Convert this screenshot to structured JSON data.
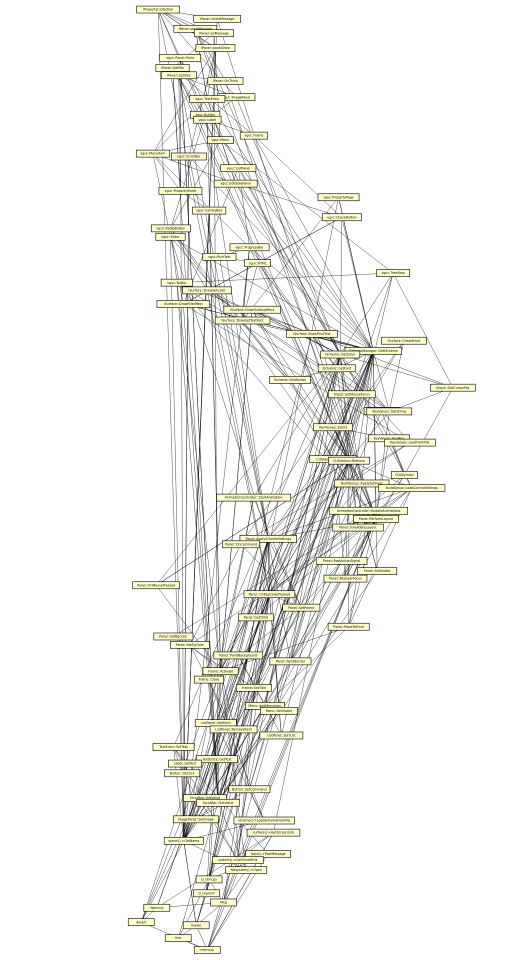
{
  "diagram": {
    "type": "dependency-graph",
    "node_fill": "#ffffcc",
    "node_stroke": "#000000",
    "edge_color": "#000000",
    "nodes": [
      {
        "id": "n1",
        "label": "IPropertyCollection"
      },
      {
        "id": "n2",
        "label": "IPanel::clientMessage"
      },
      {
        "id": "n3",
        "label": "IPanel::sendMessage"
      },
      {
        "id": "n4",
        "label": "IPanel::onMessage"
      },
      {
        "id": "n5",
        "label": "IPanel::panelDraw"
      },
      {
        "id": "n6",
        "label": "vgui::Panel::Paint"
      },
      {
        "id": "n7",
        "label": "IPanel::GetPos"
      },
      {
        "id": "n8",
        "label": "IPanel::SetSize"
      },
      {
        "id": "n9",
        "label": "IPanel::OnThink"
      },
      {
        "id": "n10",
        "label": "vgui::ImagePanel"
      },
      {
        "id": "n11",
        "label": "vgui::TextEntry"
      },
      {
        "id": "n12",
        "label": "vgui::Button"
      },
      {
        "id": "n13",
        "label": "vgui::Label"
      },
      {
        "id": "n14",
        "label": "vgui::Frame"
      },
      {
        "id": "n15",
        "label": "vgui::Menu"
      },
      {
        "id": "n16",
        "label": "vgui::MenuItem"
      },
      {
        "id": "n17",
        "label": "vgui::ScrollBar"
      },
      {
        "id": "n18",
        "label": "vgui::ListPanel"
      },
      {
        "id": "n19",
        "label": "vgui::EditablePanel"
      },
      {
        "id": "n20",
        "label": "vgui::PropertySheet"
      },
      {
        "id": "n21",
        "label": "vgui::PropertyPage"
      },
      {
        "id": "n22",
        "label": "vgui::ComboBox"
      },
      {
        "id": "n23",
        "label": "vgui::CheckButton"
      },
      {
        "id": "n24",
        "label": "vgui::RadioButton"
      },
      {
        "id": "n25",
        "label": "vgui::Slider"
      },
      {
        "id": "n26",
        "label": "vgui::ProgressBar"
      },
      {
        "id": "n27",
        "label": "vgui::RichText"
      },
      {
        "id": "n28",
        "label": "vgui::HTML"
      },
      {
        "id": "n29",
        "label": "vgui::TreeView"
      },
      {
        "id": "n30",
        "label": "vgui::Tooltip"
      },
      {
        "id": "n31",
        "label": "ISurface::DrawSetColor"
      },
      {
        "id": "n32",
        "label": "ISurface::DrawFilledRect"
      },
      {
        "id": "n33",
        "label": "ISurface::DrawOutlinedRect"
      },
      {
        "id": "n34",
        "label": "ISurface::DrawSetTextFont"
      },
      {
        "id": "n35",
        "label": "ISurface::DrawPrintText"
      },
      {
        "id": "n36",
        "label": "ISurface::CreateFont"
      },
      {
        "id": "n37",
        "label": "ISchemeManager::GetIScheme"
      },
      {
        "id": "n38",
        "label": "IScheme::GetColor"
      },
      {
        "id": "n39",
        "label": "IScheme::GetFont"
      },
      {
        "id": "n40",
        "label": "IScheme::GetBorder"
      },
      {
        "id": "n41",
        "label": "IInput::GetCursorPos"
      },
      {
        "id": "n42",
        "label": "IInput::SetMouseFocus"
      },
      {
        "id": "n43",
        "label": "ILocalize::Find"
      },
      {
        "id": "n44",
        "label": "KeyValues::GetString"
      },
      {
        "id": "n45",
        "label": "KeyValues::SetInt"
      },
      {
        "id": "n46",
        "label": "KeyValues::FindKey"
      },
      {
        "id": "n47",
        "label": "KeyValues::LoadFromFile"
      },
      {
        "id": "n48",
        "label": "CUtlVector::AddToTail"
      },
      {
        "id": "n49",
        "label": "CUtlVector::Remove"
      },
      {
        "id": "n50",
        "label": "CUtlSymbol"
      },
      {
        "id": "n51",
        "label": "BuildGroup::ApplySettings"
      },
      {
        "id": "n52",
        "label": "BuildGroup::LoadControlSettings"
      },
      {
        "id": "n53",
        "label": "AnimationController::StartAnimation"
      },
      {
        "id": "n54",
        "label": "AnimationController::UpdateAnimations"
      },
      {
        "id": "n55",
        "label": "Panel::PerformLayout"
      },
      {
        "id": "n56",
        "label": "Panel::InvalidateLayout"
      },
      {
        "id": "n57",
        "label": "Panel::ApplySchemeSettings"
      },
      {
        "id": "n58",
        "label": "Panel::OnCommand"
      },
      {
        "id": "n59",
        "label": "Panel::PostActionSignal"
      },
      {
        "id": "n60",
        "label": "Panel::SetVisible"
      },
      {
        "id": "n61",
        "label": "Panel::RequestFocus"
      },
      {
        "id": "n62",
        "label": "Panel::OnMousePressed"
      },
      {
        "id": "n63",
        "label": "Panel::OnKeyCodePressed"
      },
      {
        "id": "n64",
        "label": "Panel::SetParent"
      },
      {
        "id": "n65",
        "label": "Panel::GetChild"
      },
      {
        "id": "n66",
        "label": "Panel::MoveToFront"
      },
      {
        "id": "n67",
        "label": "Panel::SetBgColor"
      },
      {
        "id": "n68",
        "label": "Panel::SetFgColor"
      },
      {
        "id": "n69",
        "label": "Panel::PaintBackground"
      },
      {
        "id": "n70",
        "label": "Panel::PaintBorder"
      },
      {
        "id": "n71",
        "label": "Frame::Activate"
      },
      {
        "id": "n72",
        "label": "Frame::Close"
      },
      {
        "id": "n73",
        "label": "Frame::SetTitle"
      },
      {
        "id": "n74",
        "label": "Menu::AddMenuItem"
      },
      {
        "id": "n75",
        "label": "Menu::SetVisible"
      },
      {
        "id": "n76",
        "label": "ListPanel::AddItem"
      },
      {
        "id": "n77",
        "label": "ListPanel::RemoveItem"
      },
      {
        "id": "n78",
        "label": "ListPanel::SortList"
      },
      {
        "id": "n79",
        "label": "TextEntry::SetText"
      },
      {
        "id": "n80",
        "label": "TextEntry::GetText"
      },
      {
        "id": "n81",
        "label": "Label::SetText"
      },
      {
        "id": "n82",
        "label": "Button::DoClick"
      },
      {
        "id": "n83",
        "label": "Button::SetCommand"
      },
      {
        "id": "n84",
        "label": "ScrollBar::SetValue"
      },
      {
        "id": "n85",
        "label": "ScrollBar::GetValue"
      },
      {
        "id": "n86",
        "label": "ImagePanel::SetImage"
      },
      {
        "id": "n87",
        "label": "scheme()->LoadSchemeFromFile"
      },
      {
        "id": "n88",
        "label": "surface()->GetScreenSize"
      },
      {
        "id": "n89",
        "label": "ipanel()->GetName"
      },
      {
        "id": "n90",
        "label": "ivgui()->PostMessage"
      },
      {
        "id": "n91",
        "label": "system()->GetTimeMillis"
      },
      {
        "id": "n92",
        "label": "filesystem()->Open"
      },
      {
        "id": "n93",
        "label": "Q_strncpy"
      },
      {
        "id": "n94",
        "label": "Q_snprintf"
      },
      {
        "id": "n95",
        "label": "Msg"
      },
      {
        "id": "n96",
        "label": "Warning"
      },
      {
        "id": "n97",
        "label": "Assert"
      },
      {
        "id": "n98",
        "label": "malloc"
      },
      {
        "id": "n99",
        "label": "free"
      },
      {
        "id": "n100",
        "label": "memcpy"
      }
    ]
  }
}
